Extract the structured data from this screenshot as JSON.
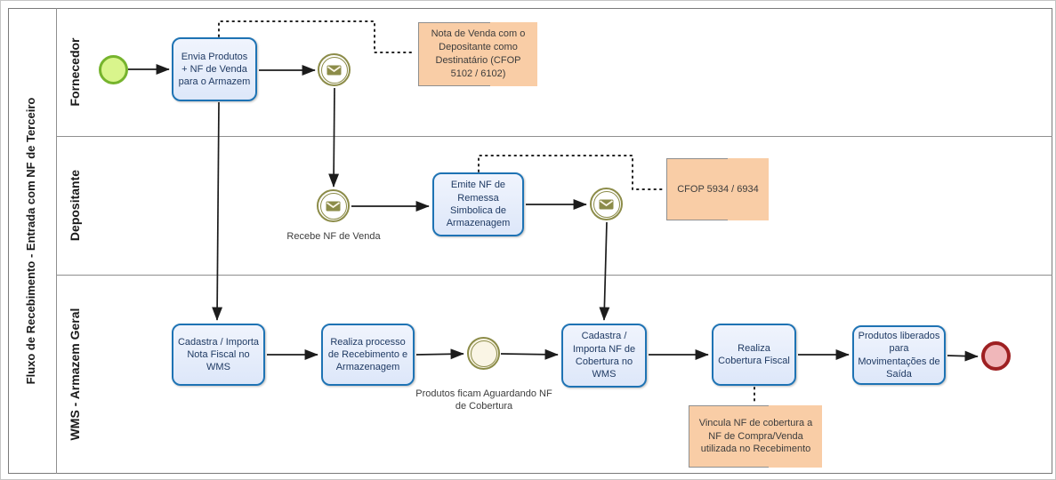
{
  "pool": {
    "title": "Fluxo de Recebimento - Entrada com NF de Terceiro"
  },
  "lanes": [
    {
      "label": "Fornecedor"
    },
    {
      "label": "Depositante"
    },
    {
      "label": "WMS - Armazem Geral"
    }
  ],
  "nodes": {
    "task_envia": {
      "label": "Envia Produtos + NF de Venda para o Armazem"
    },
    "task_emite": {
      "label": "Emite NF de Remessa Simbolica de Armazenagem"
    },
    "task_cadastra_nf": {
      "label": "Cadastra / Importa Nota Fiscal no WMS"
    },
    "task_realiza_processo": {
      "label": "Realiza processo de Recebimento e Armazenagem"
    },
    "task_cadastra_cobertura": {
      "label": "Cadastra / Importa NF de Cobertura no WMS"
    },
    "task_realiza_cobertura": {
      "label": "Realiza Cobertura Fiscal"
    },
    "task_produtos_liberados": {
      "label": "Produtos liberados para Movimentações de Saída"
    },
    "msg_event_recebe": {
      "label": "Recebe NF de Venda"
    },
    "wait_event": {
      "label": "Produtos ficam Aguardando NF de Cobertura"
    }
  },
  "annotations": {
    "nota_venda": {
      "text": "Nota de Venda com o Depositante como Destinatário (CFOP 5102 / 6102)"
    },
    "cfop": {
      "text": "CFOP 5934 / 6934"
    },
    "vincula": {
      "text": "Vincula NF de cobertura a NF de Compra/Venda utilizada no Recebimento"
    }
  },
  "colors": {
    "task_border": "#1e73b4",
    "task_fill": "#e6edfa",
    "task_text": "#1f3a63",
    "start_border": "#76b42d",
    "start_fill": "#d9f58c",
    "end_border": "#9e2022",
    "end_fill": "#f0b7ba",
    "message_event": "#8c8c49",
    "wait_fill": "#faf5e5",
    "annotation_fill": "#f9cda6",
    "lane_border": "#8f8f8f",
    "connector": "#1c1c1c"
  }
}
